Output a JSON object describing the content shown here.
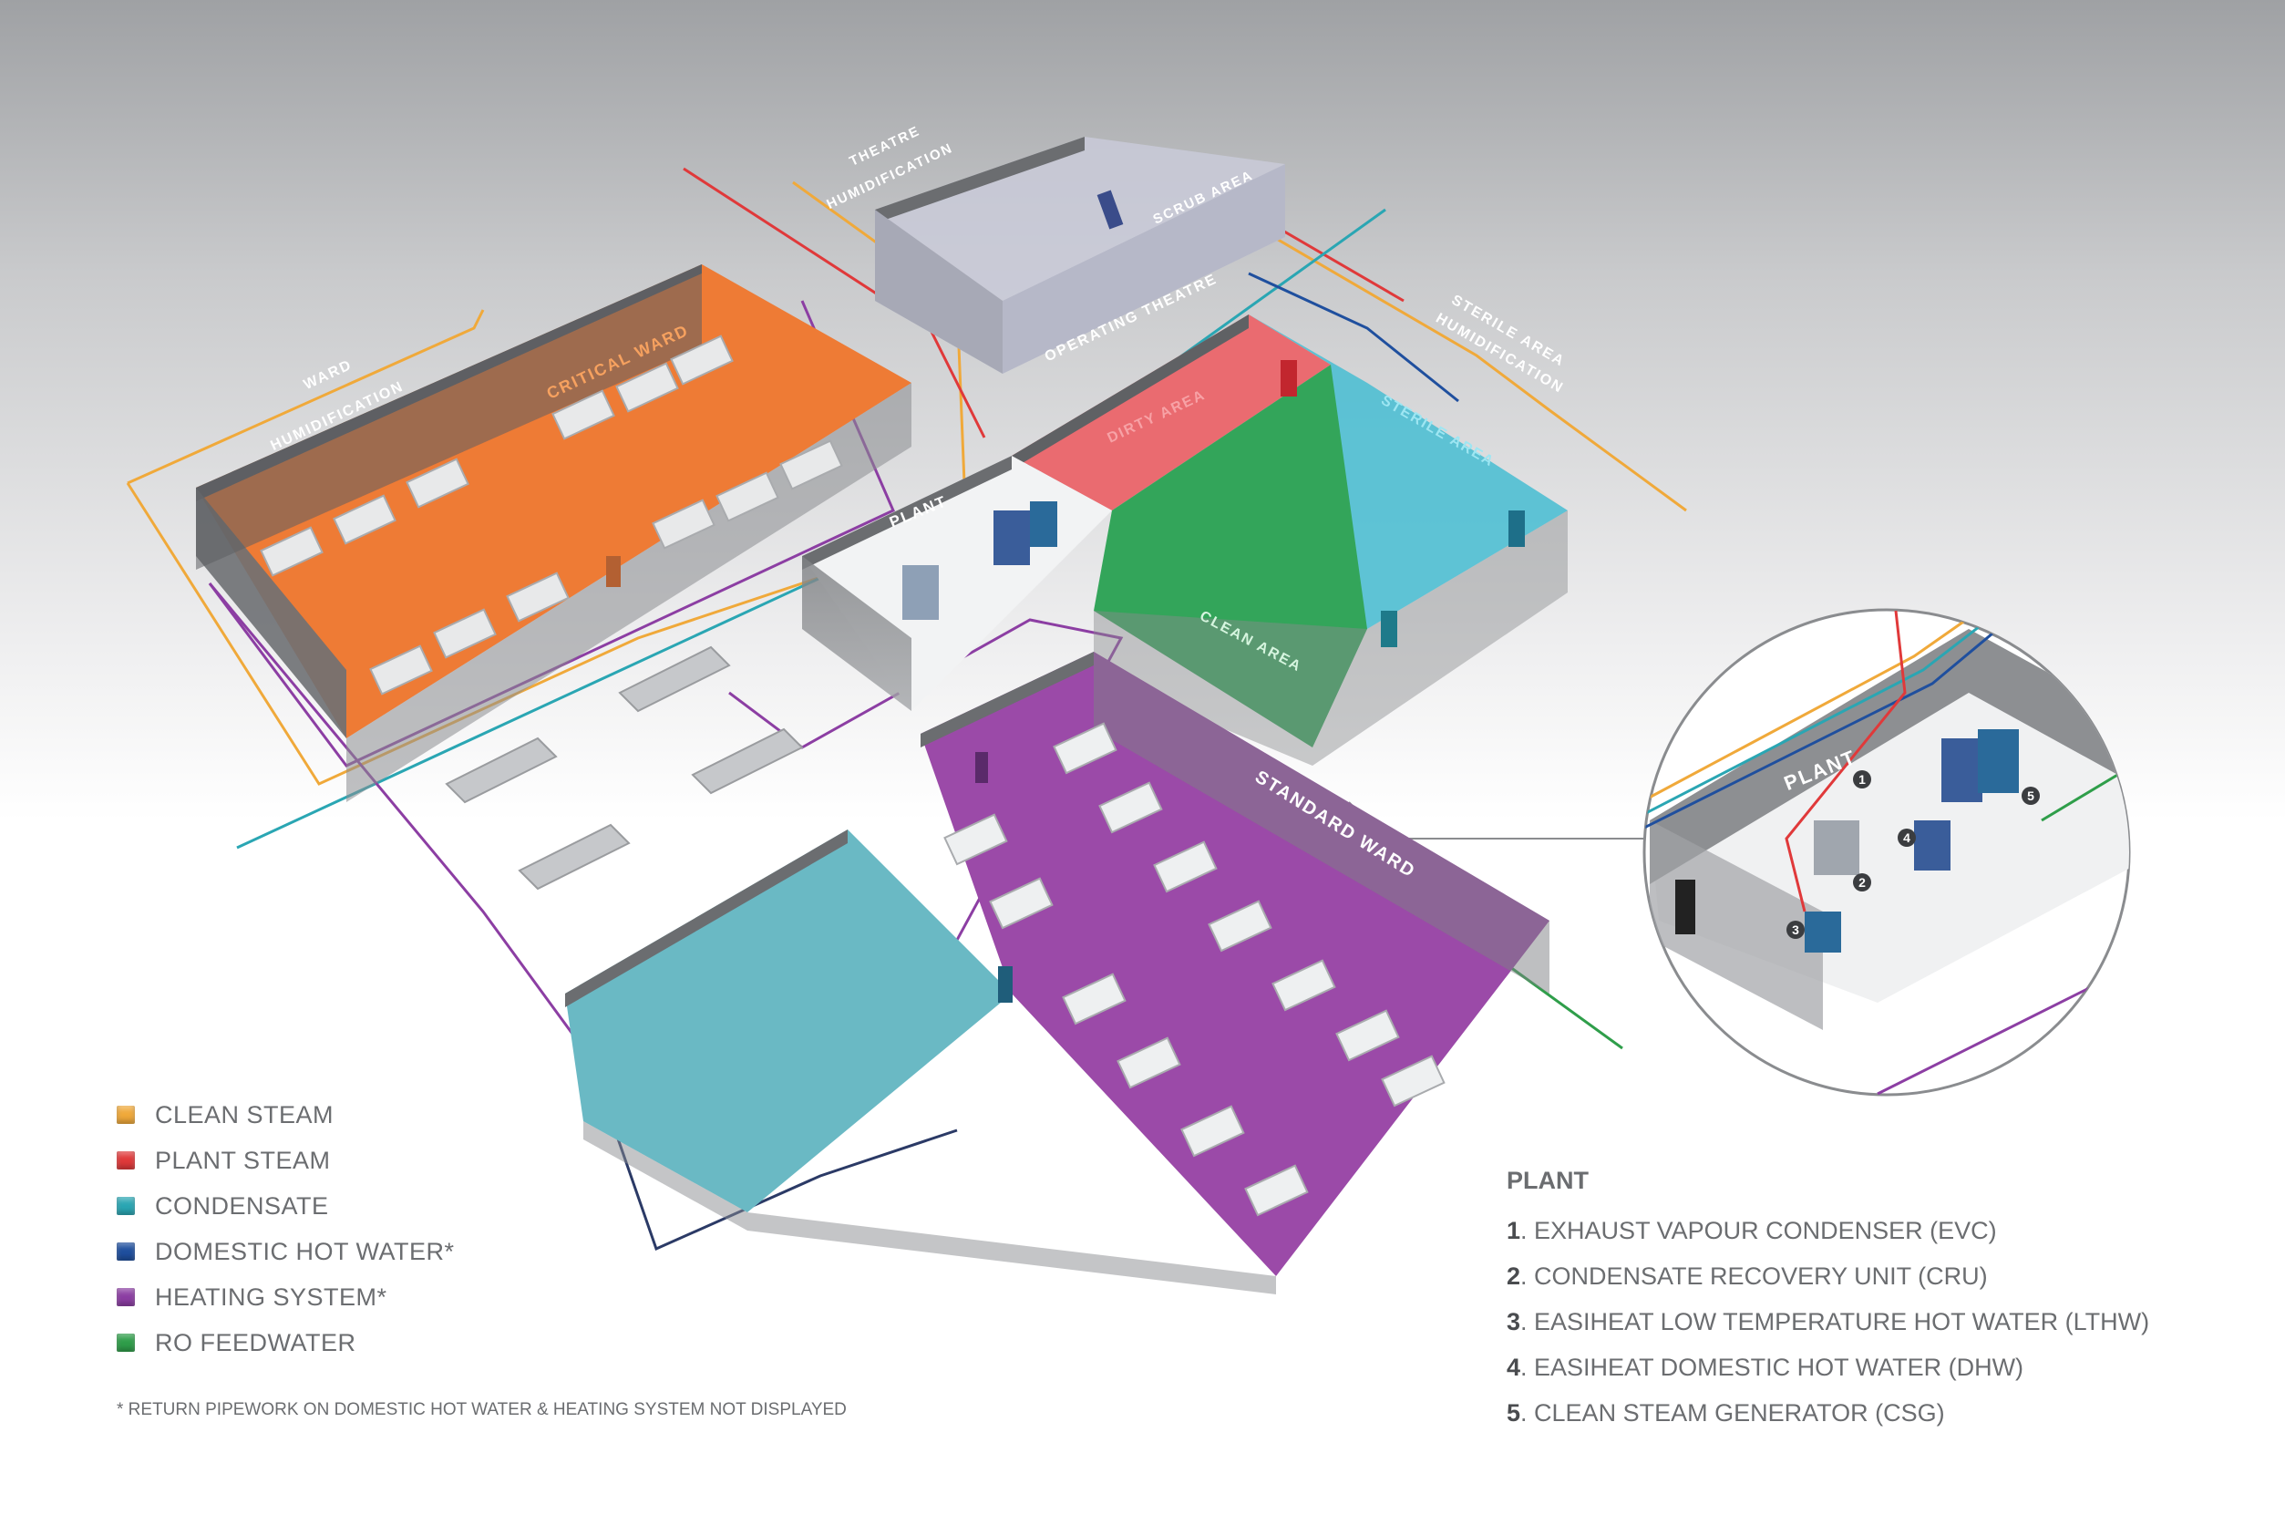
{
  "colors": {
    "clean_steam": "#f0a93a",
    "plant_steam": "#e0393a",
    "condensate": "#2aa6b3",
    "domestic_hot_water": "#1f4f9e",
    "heating_system": "#8c3ea3",
    "ro_feedwater": "#2f9e4a",
    "orange_floor": "#ee7b35",
    "purple_floor": "#9b4aa8",
    "green_floor": "#33a55a",
    "red_floor": "#ea6b70",
    "teal_floor": "#6ab9c4",
    "cyan_floor": "#4fbfd3"
  },
  "room_labels": {
    "critical_ward": "CRITICAL WARD",
    "ward_humid_1": "WARD",
    "ward_humid_2": "HUMIDIFICATION",
    "theatre_humid_1": "THEATRE",
    "theatre_humid_2": "HUMIDIFICATION",
    "scrub_area": "SCRUB AREA",
    "operating_theatre": "OPERATING THEATRE",
    "sterile_humid_1": "STERILE AREA",
    "sterile_humid_2": "HUMIDIFICATION",
    "dirty_area": "DIRTY AREA",
    "sterile_area": "STERILE AREA",
    "clean_area": "CLEAN AREA",
    "plant": "PLANT",
    "standard_ward": "STANDARD WARD",
    "inset_plant": "PLANT"
  },
  "inset_markers": [
    "1",
    "2",
    "3",
    "4",
    "5"
  ],
  "legend": [
    {
      "label": "CLEAN STEAM",
      "color": "#f0a93a"
    },
    {
      "label": "PLANT STEAM",
      "color": "#e0393a"
    },
    {
      "label": "CONDENSATE",
      "color": "#2aa6b3"
    },
    {
      "label": "DOMESTIC HOT WATER*",
      "color": "#1f4f9e"
    },
    {
      "label": "HEATING SYSTEM*",
      "color": "#8c3ea3"
    },
    {
      "label": "RO FEEDWATER",
      "color": "#2f9e4a"
    }
  ],
  "footnote": "* RETURN PIPEWORK ON DOMESTIC HOT WATER & HEATING SYSTEM NOT DISPLAYED",
  "plant": {
    "title": "PLANT",
    "items": [
      {
        "num": "1",
        "text": ". EXHAUST VAPOUR CONDENSER (EVC)"
      },
      {
        "num": "2",
        "text": ". CONDENSATE RECOVERY UNIT (CRU)"
      },
      {
        "num": "3",
        "text": ". EASIHEAT LOW TEMPERATURE HOT WATER (LTHW)"
      },
      {
        "num": "4",
        "text": ". EASIHEAT DOMESTIC HOT WATER (DHW)"
      },
      {
        "num": "5",
        "text": ". CLEAN STEAM GENERATOR (CSG)"
      }
    ]
  }
}
